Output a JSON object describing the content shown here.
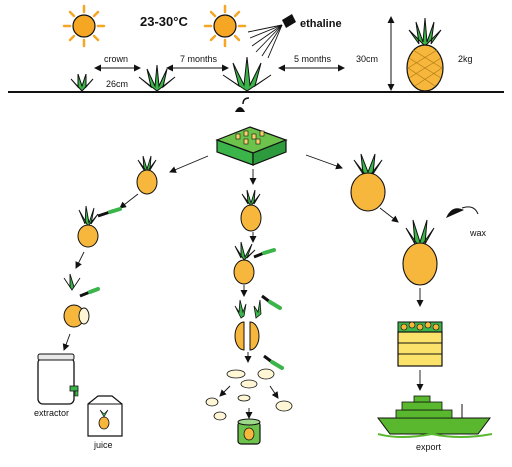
{
  "labels": {
    "temperature": "23-30°C",
    "ethaline": "ethaline",
    "crown": "crown",
    "crown_size": "26cm",
    "seven_months": "7 months",
    "five_months": "5 months",
    "height": "30cm",
    "weight": "2kg",
    "wax": "wax",
    "extractor": "extractor",
    "juice": "juice",
    "export": "export"
  },
  "colors": {
    "leaf_green": "#3bb54a",
    "leaf_dark": "#1f7a2c",
    "fruit_yellow": "#f6b73c",
    "fruit_light": "#fbd25b",
    "sun": "#f5a623",
    "ship_green": "#5ab82f",
    "outline": "#111111"
  },
  "icons": [
    "sun-icon",
    "spray-nozzle-icon",
    "lamp-icon",
    "pineapple-icon",
    "knife-icon",
    "extractor-jar-icon",
    "juice-carton-icon",
    "can-icon",
    "crate-icon",
    "ship-icon"
  ]
}
